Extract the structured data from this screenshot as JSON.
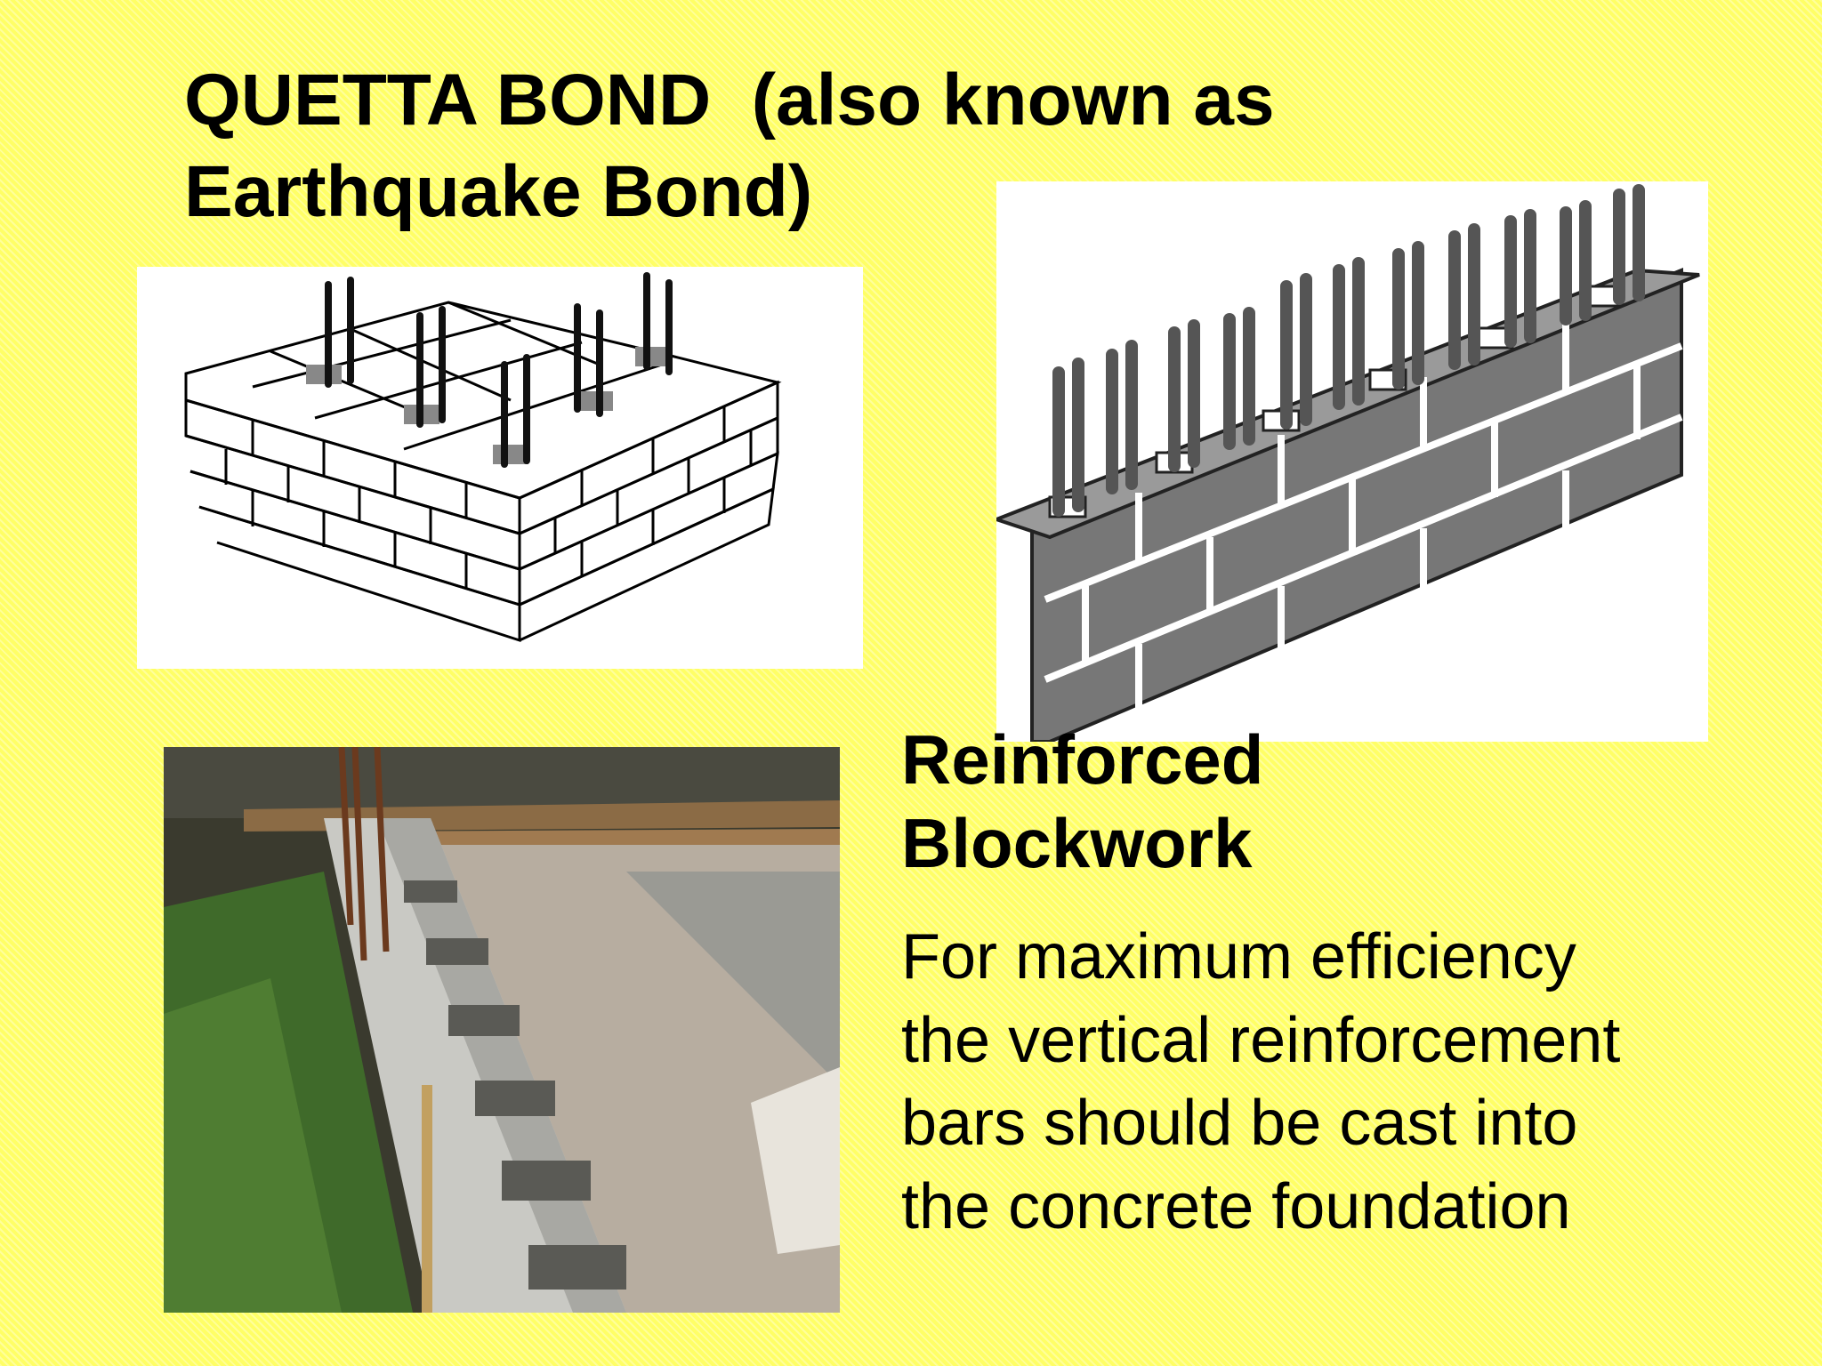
{
  "slide": {
    "title_line1": "QUETTA BOND  (also known as",
    "title_line2": "Earthquake Bond)",
    "subheading_line1": "Reinforced",
    "subheading_line2": "Blockwork",
    "body_lines": [
      "For maximum efficiency",
      "the vertical reinforcement",
      "bars should be cast into",
      "the concrete foundation"
    ]
  },
  "colors": {
    "background": "#ffff66",
    "text": "#000000",
    "block_grey": "#777777"
  }
}
